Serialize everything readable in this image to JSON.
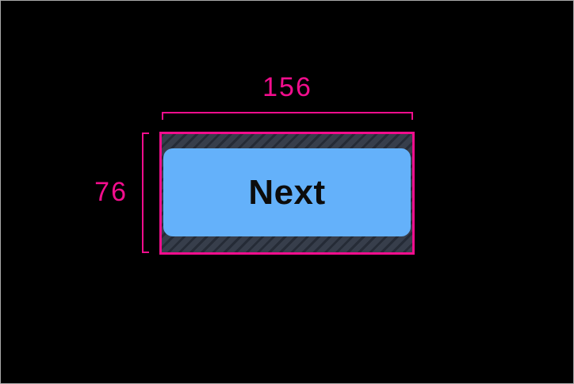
{
  "measurements": {
    "width": "156",
    "height": "76"
  },
  "button": {
    "label": "Next"
  },
  "colors": {
    "annotation_pink": "#F20D8D",
    "button_blue": "#64B1FA",
    "button_text": "#0C0C0C",
    "hatch_base": "#373E4B",
    "hatch_stripe": "#252B36",
    "canvas_black": "#000000",
    "frame_gray": "#A9A9A9"
  }
}
